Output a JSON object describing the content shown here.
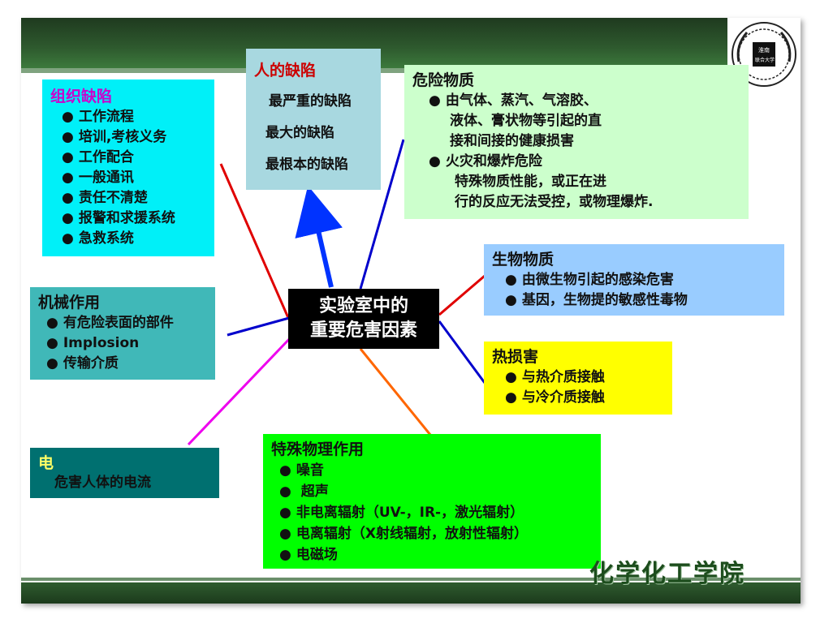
{
  "center": {
    "line1": "实验室中的",
    "line2": "重要危害因素"
  },
  "boxes": {
    "organization": {
      "title": "组织缺陷",
      "items": [
        "工作流程",
        "培训,考核义务",
        "工作配合",
        "一般通讯",
        "责任不清楚",
        "报警和求援系统",
        "急救系统"
      ],
      "bg": "#00f0f8",
      "title_color": "#cc00cc"
    },
    "human": {
      "title": "人的缺陷",
      "lines": [
        "最严重的缺陷",
        "最大的缺陷",
        "最根本的缺陷"
      ],
      "bg": "#a8d8e0",
      "title_color": "#cc0000"
    },
    "hazardous": {
      "title": "危险物质",
      "items": [
        {
          "lines": [
            "由气体、蒸汽、气溶胶、",
            "液体、膏状物等引起的直",
            "接和间接的健康损害"
          ]
        },
        {
          "lines": [
            "火灾和爆炸危险",
            "特殊物质性能，或正在进",
            "行的反应无法受控，或物理爆炸."
          ]
        }
      ],
      "bg": "#ccffcc"
    },
    "mechanical": {
      "title": "机械作用",
      "items": [
        "有危险表面的部件",
        "Implosion",
        "传输介质"
      ],
      "bg": "#40b8b8"
    },
    "biological": {
      "title": "生物物质",
      "items": [
        "由微生物引起的感染危害",
        "基因，生物提的敏感性毒物"
      ],
      "bg": "#99ccff"
    },
    "thermal": {
      "title": "热损害",
      "items": [
        "与热介质接触",
        "与冷介质接触"
      ],
      "bg": "#ffff00"
    },
    "electric": {
      "title": "电",
      "lines": [
        "危害人体的电流"
      ],
      "bg": "#007070",
      "title_color": "#ffff66"
    },
    "physical": {
      "title": "特殊物理作用",
      "items": [
        "噪音",
        " 超声",
        "非电离辐射（UV-，IR-，激光辐射）",
        "电离辐射（X射线辐射，放射性辐射）",
        "电磁场"
      ],
      "bg": "#00ff00"
    }
  },
  "footer": "化学化工学院",
  "logo": {
    "icon": "university-seal",
    "text_top": "淮南",
    "text_bottom": "联合大学"
  },
  "colors": {
    "line_red": "#e00000",
    "line_blue": "#0000cc",
    "line_magenta": "#ee00ee",
    "line_orange": "#ff6600",
    "arrow_blue": "#0033ff"
  }
}
